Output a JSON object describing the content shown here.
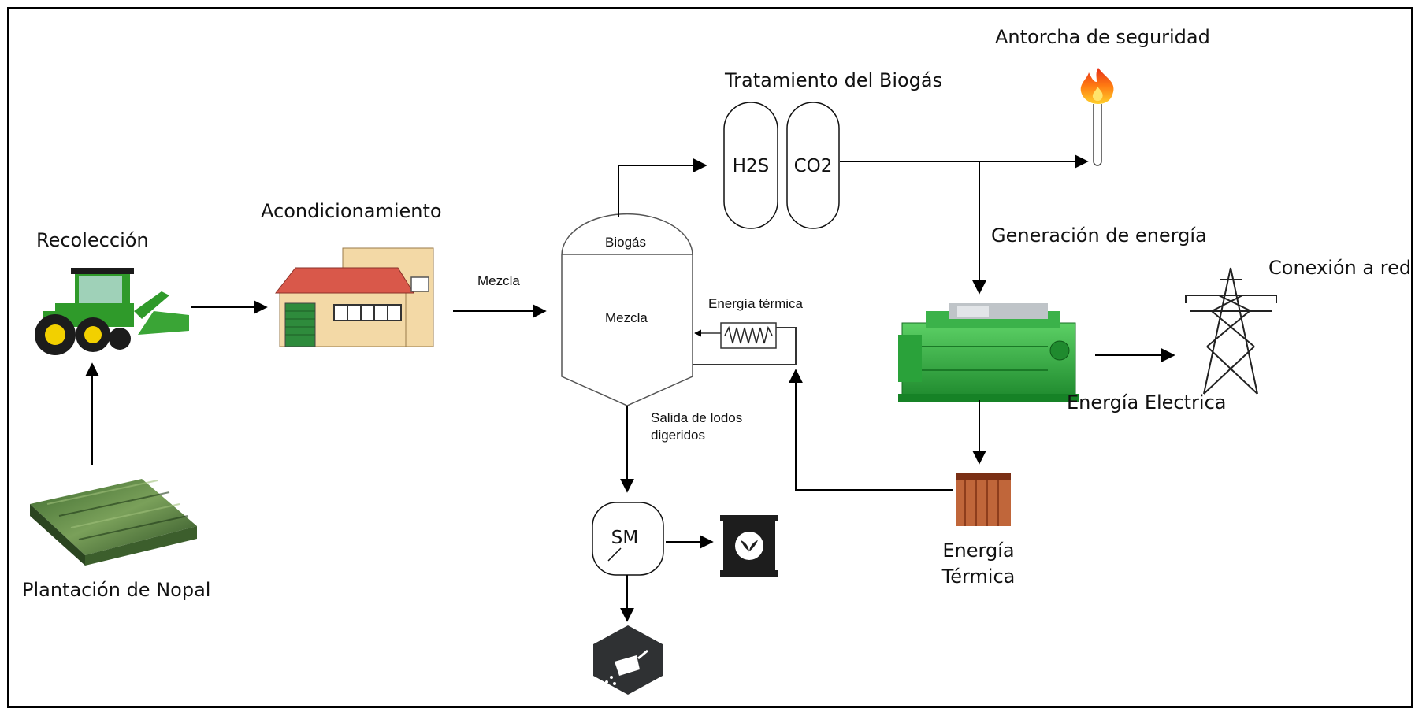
{
  "labels": {
    "recoleccion": "Recolección",
    "acondicionamiento": "Acondicionamiento",
    "plantacion": "Plantación de Nopal",
    "mezcla_in": "Mezcla",
    "biogas_top": "Biogás",
    "mezcla_tank": "Mezcla",
    "energia_termica_hx": "Energía térmica",
    "salida_lodos_1": "Salida de lodos",
    "salida_lodos_2": "digeridos",
    "tratamiento": "Tratamiento del Biogás",
    "h2s": "H2S",
    "co2": "CO2",
    "antorcha": "Antorcha de seguridad",
    "generacion": "Generación de energía",
    "conexion": "Conexión a red",
    "energia_electrica": "Energía Electrica",
    "energia_termica_1": "Energía",
    "energia_termica_2": "Térmica",
    "sm": "SM"
  },
  "icons": {
    "tractor": "tractor-icon",
    "building": "building-icon",
    "field": "nopal-field-icon",
    "digester": "digester-tank-icon",
    "flare": "flame-icon",
    "generator": "gas-engine-generator-icon",
    "tower": "power-tower-icon",
    "heat": "heat-exchanger-icon",
    "fertilizer": "fertilizer-bag-icon",
    "irrigation": "watering-can-icon"
  },
  "colors": {
    "tractor_green": "#2f9a2a",
    "tractor_yellow": "#f2d000",
    "generator_green": "#3bb24a",
    "roof_red": "#d9584a",
    "wall_beige": "#f3d9a6",
    "flame_orange": "#f36f16",
    "heat_copper": "#c0663a"
  }
}
